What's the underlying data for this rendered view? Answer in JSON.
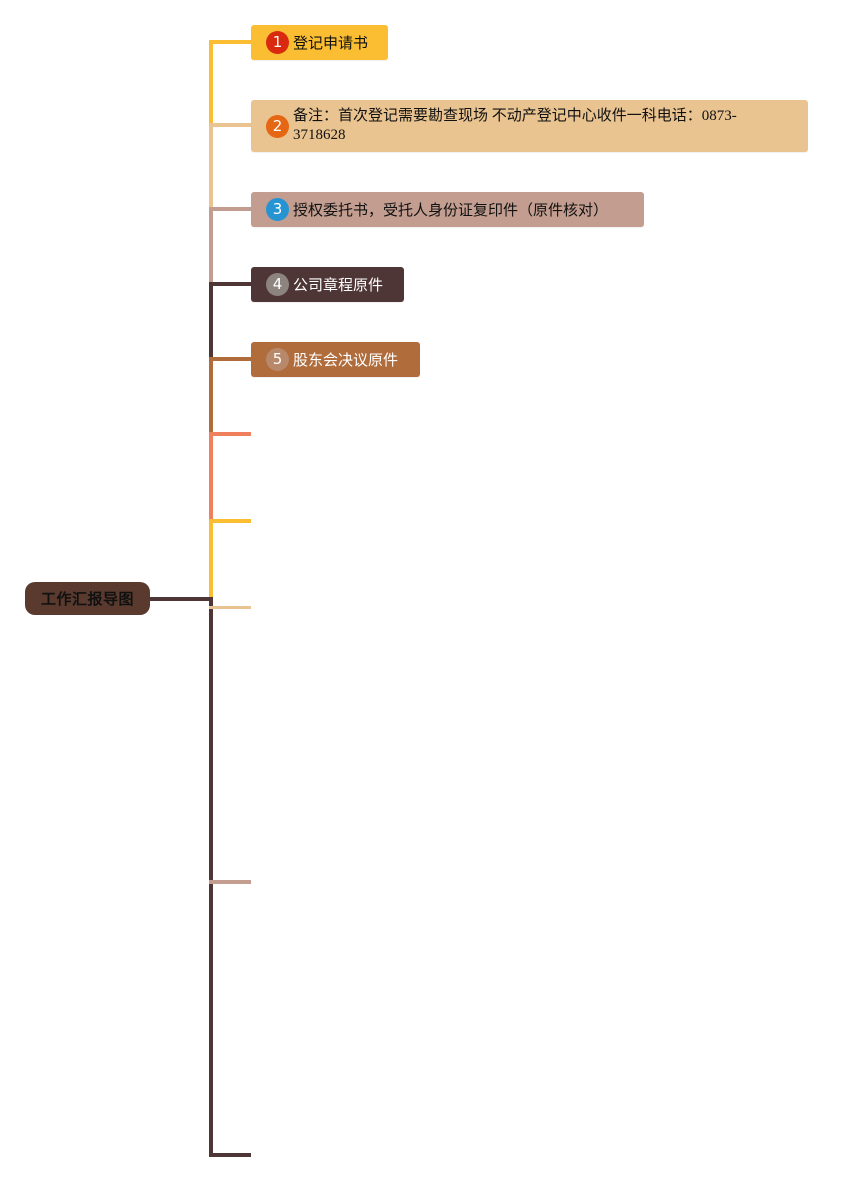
{
  "root": {
    "label": "工作汇报导图"
  },
  "topics": [
    {
      "num": "1",
      "text": "登记申请书"
    },
    {
      "num": "2",
      "text": "备注：首次登记需要勘查现场 不动产登记中心收件一科电话：0873-3718628"
    },
    {
      "num": "3",
      "text": "授权委托书，受托人身份证复印件（原件核对）"
    },
    {
      "num": "4",
      "text": "公司章程原件"
    },
    {
      "num": "5",
      "text": "股东会决议原件"
    }
  ],
  "colors": {
    "root_fill": "#5a3a2e",
    "topic_fills": [
      "#fbbd32",
      "#e9c390",
      "#c29d90",
      "#4f3636",
      "#b06c3b"
    ],
    "badge_fills": [
      "#d9290e",
      "#e56713",
      "#2694d2",
      "#8d8480",
      "#b8886a"
    ],
    "text_colors": [
      "#111111",
      "#111111",
      "#111111",
      "#ffffff",
      "#ffffff"
    ],
    "empty_branch_colors": [
      "#f07f5e",
      "#fbbd32",
      "#e9c390",
      "#c29d90",
      "#4f3636"
    ]
  }
}
